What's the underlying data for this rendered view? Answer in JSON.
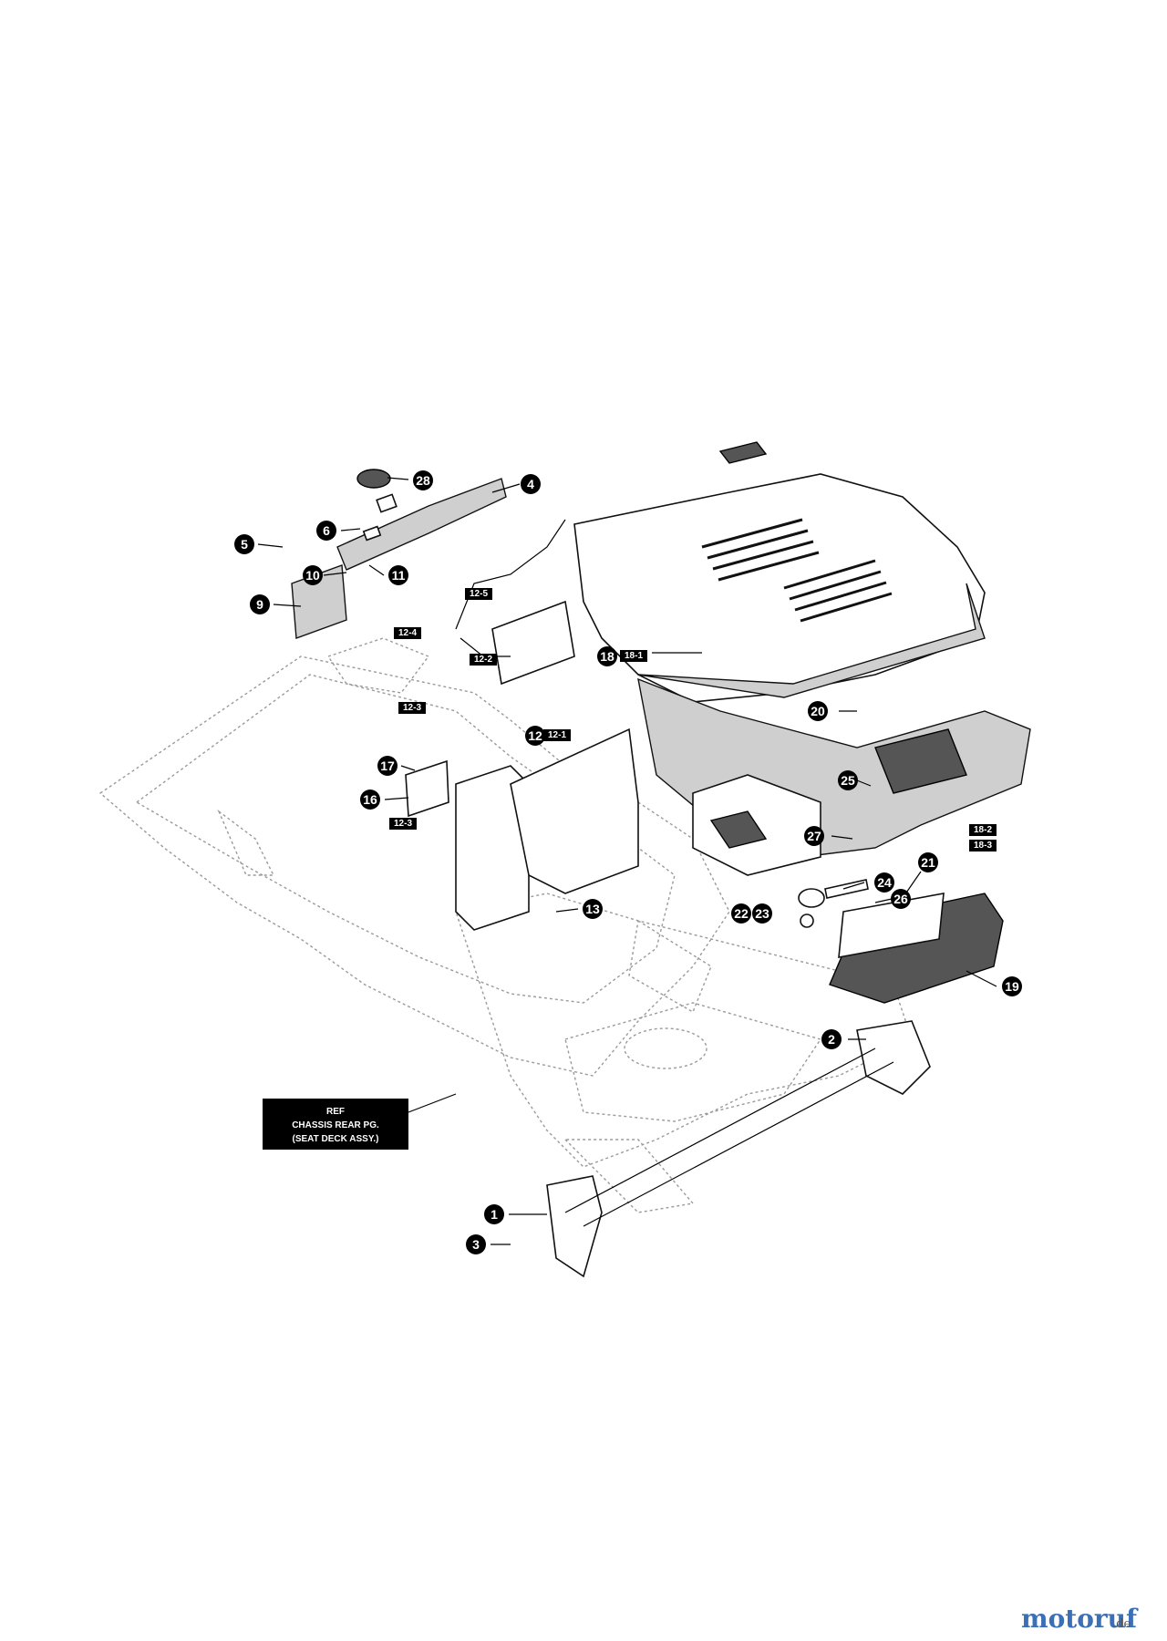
{
  "callouts": [
    "28",
    "4",
    "6",
    "5",
    "10",
    "11",
    "9",
    "18",
    "12",
    "13",
    "16",
    "17",
    "20",
    "25",
    "27",
    "24",
    "26",
    "21",
    "22",
    "23",
    "19",
    "2",
    "1",
    "3"
  ],
  "tags": [
    "12-5",
    "12-4",
    "12-2",
    "12-3",
    "12-1",
    "12-3",
    "18-1",
    "18-2",
    "18-3"
  ],
  "reference_box": {
    "line1": "REF",
    "line2": "CHASSIS REAR PG.",
    "line3": "(SEAT DECK ASSY.)"
  },
  "logo": {
    "main": "motoruf",
    "suffix": ".de",
    "colors": {
      "blue": "#3b6fb6",
      "red": "#c0392b",
      "green": "#2e8b3a"
    }
  }
}
